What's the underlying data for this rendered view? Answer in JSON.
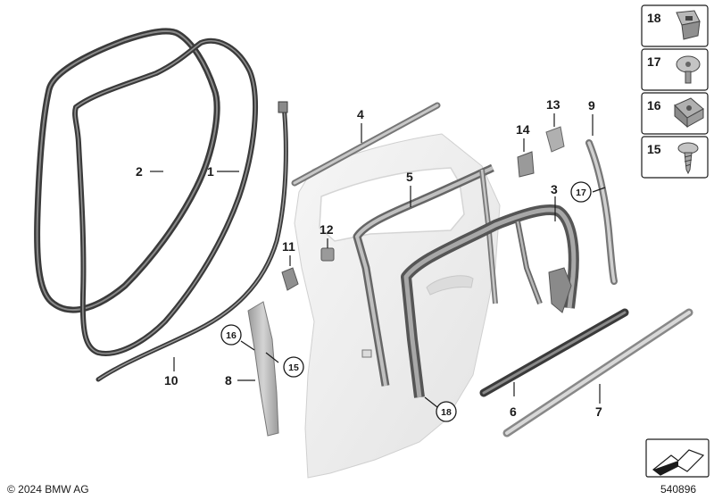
{
  "callouts": {
    "c1": "1",
    "c2": "2",
    "c3": "3",
    "c4": "4",
    "c5": "5",
    "c6": "6",
    "c7": "7",
    "c8": "8",
    "c9": "9",
    "c10": "10",
    "c11": "11",
    "c12": "12",
    "c13": "13",
    "c14": "14",
    "c15": "15",
    "c16": "16",
    "c17": "17",
    "c18": "18"
  },
  "legend": {
    "item1": "18",
    "item2": "17",
    "item3": "16",
    "item4": "15"
  },
  "footer": {
    "copyright": "© 2024 BMW AG",
    "diagram_id": "540896"
  },
  "colors": {
    "seal_dark": "#3a3a3a",
    "door_fill": "#ededed",
    "part_grey": "#b8b8b8"
  }
}
